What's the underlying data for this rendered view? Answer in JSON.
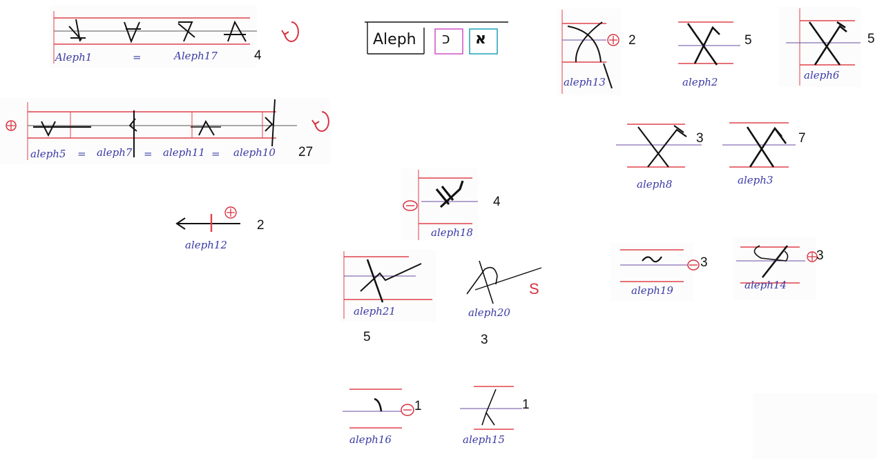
{
  "legend": {
    "name": "Aleph",
    "glyph_b": "כ",
    "glyph_a": "א"
  },
  "groups": {
    "g1": {
      "labels": [
        "Aleph1",
        "=",
        "Aleph17"
      ],
      "count": "4"
    },
    "g2": {
      "labels": [
        "aleph5",
        "=",
        "aleph7",
        "=",
        "aleph11",
        "=",
        "aleph10"
      ],
      "count": "27"
    }
  },
  "items": [
    {
      "id": "aleph12",
      "label": "aleph12",
      "count": "2"
    },
    {
      "id": "aleph13",
      "label": "aleph13",
      "count": "2"
    },
    {
      "id": "aleph2",
      "label": "aleph2",
      "count": "5"
    },
    {
      "id": "aleph6",
      "label": "aleph6",
      "count": "5"
    },
    {
      "id": "aleph8",
      "label": "aleph8",
      "count": "3"
    },
    {
      "id": "aleph3",
      "label": "aleph3",
      "count": "7"
    },
    {
      "id": "aleph18",
      "label": "aleph18",
      "count": "4"
    },
    {
      "id": "aleph21",
      "label": "aleph21",
      "count": "5"
    },
    {
      "id": "aleph20",
      "label": "aleph20",
      "count": "3",
      "mark": "S"
    },
    {
      "id": "aleph19",
      "label": "aleph19",
      "count": "3"
    },
    {
      "id": "aleph14",
      "label": "aleph14",
      "count": "3"
    },
    {
      "id": "aleph16",
      "label": "aleph16",
      "count": "1"
    },
    {
      "id": "aleph15",
      "label": "aleph15",
      "count": "1"
    }
  ],
  "colors": {
    "guide_line": "#e0404a",
    "mid_line": "#6a4aa0",
    "ink": "#111111",
    "label_ink": "#3a3aa6",
    "legend_teal": "#2aa7c0",
    "legend_pink": "#d65ac8"
  }
}
